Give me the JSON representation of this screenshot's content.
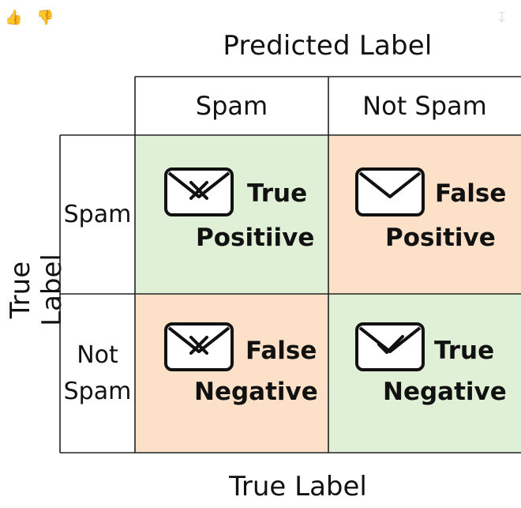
{
  "diagram": {
    "column_title": "Predicted Label",
    "row_title": "True Label",
    "bottom_title": "True Label",
    "columns": [
      "Spam",
      "Not Spam"
    ],
    "rows": [
      {
        "label_line1": "Spam",
        "label_line2": ""
      },
      {
        "label_line1": "Not",
        "label_line2": "Spam"
      }
    ],
    "cells": [
      {
        "id": "tp",
        "line1": "True",
        "line2": "Positiive",
        "icon": "envelope-x-icon",
        "color": "#e0f0d6"
      },
      {
        "id": "fp",
        "line1": "False",
        "line2": "Positive",
        "icon": "envelope-icon",
        "color": "#fde0c8"
      },
      {
        "id": "fn",
        "line1": "False",
        "line2": "Negative",
        "icon": "envelope-x-icon",
        "color": "#fde0c8"
      },
      {
        "id": "tn",
        "line1": "True",
        "line2": "Negative",
        "icon": "envelope-check-icon",
        "color": "#e0f0d6"
      }
    ]
  },
  "toolbar": {
    "icons": [
      "thumbs-up-icon",
      "thumbs-down-icon",
      "download-icon"
    ]
  }
}
